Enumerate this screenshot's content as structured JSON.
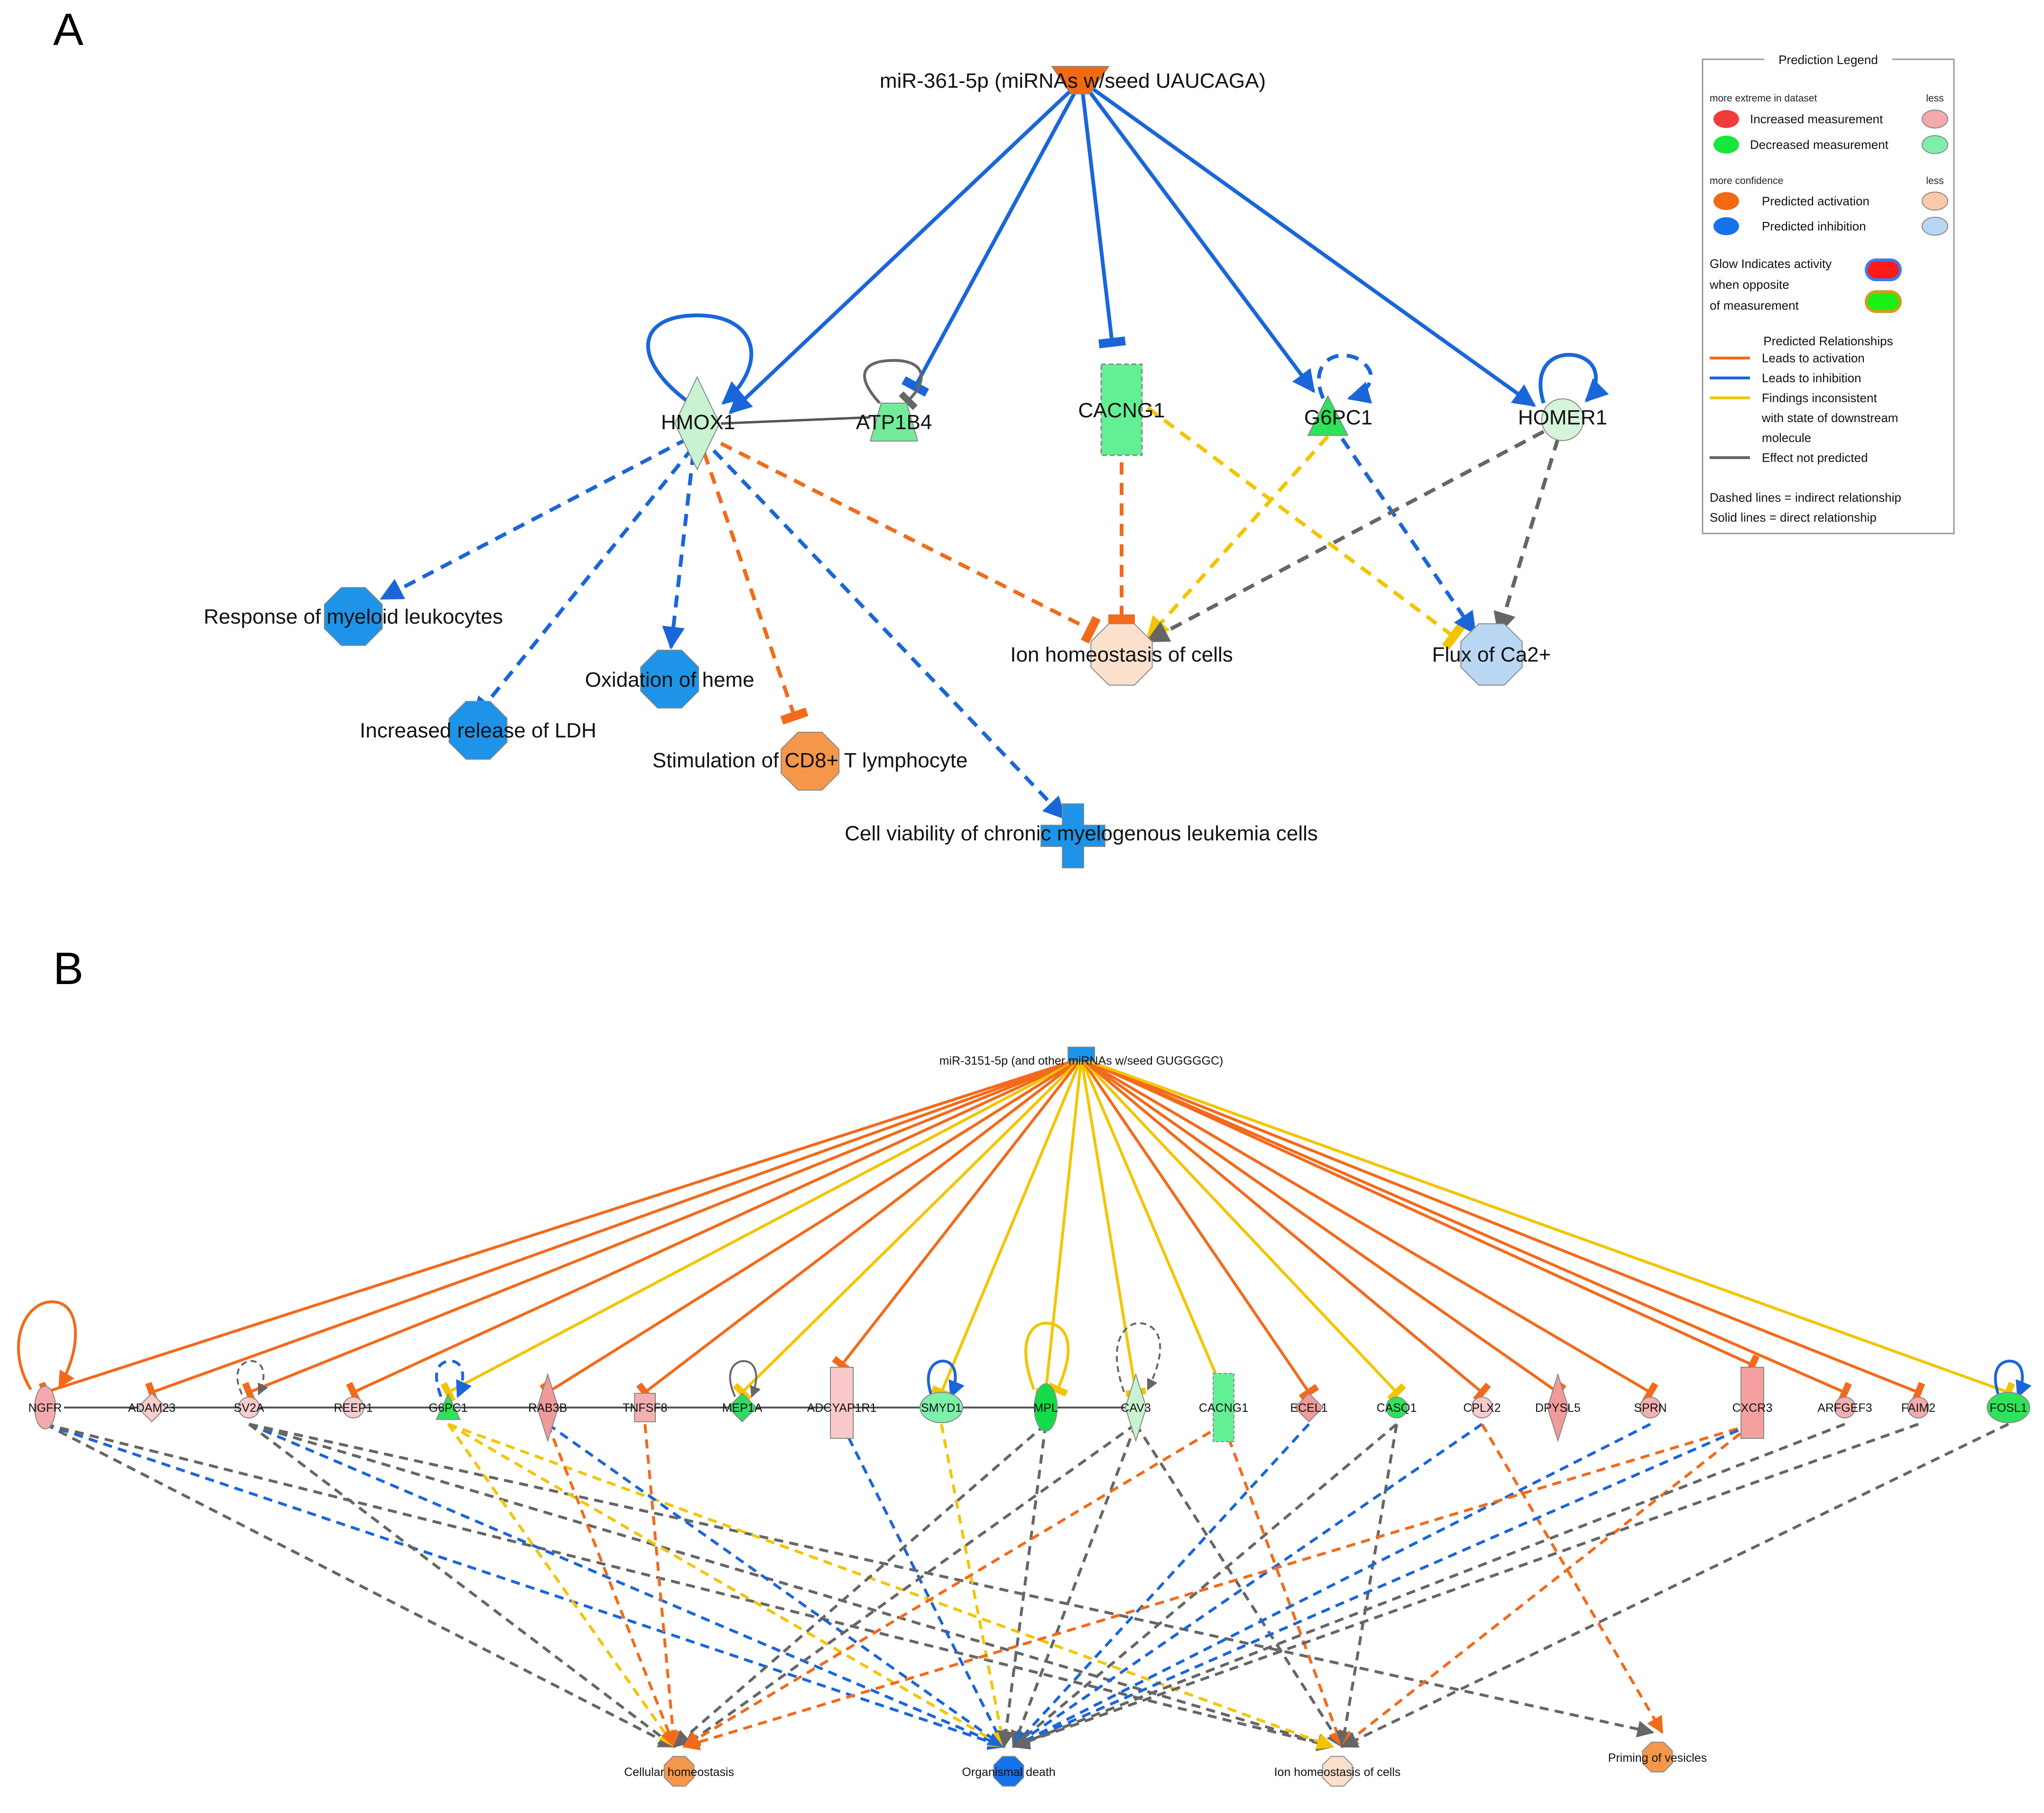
{
  "colors": {
    "activation": "#f26a1b",
    "inhibition": "#1a66d9",
    "inconsistent": "#f2c500",
    "not_predicted": "#666666",
    "direct_line": "#555555",
    "inc_strong": "#f23a3a",
    "inc_weak": "#f4a9ad",
    "dec_strong": "#18e63c",
    "dec_weak": "#7ff0aa",
    "act_strong": "#f06a14",
    "act_weak": "#f9c9a8",
    "act_mid": "#f5974a",
    "inh_strong": "#1672e8",
    "inh_mid": "#1d94e8",
    "inh_weak": "#b9d6f3",
    "node_outline": "#888888"
  },
  "panel_a": {
    "label": "A",
    "source": "miR-361-5p (miRNAs w/seed UAUCAGA)",
    "nodes": {
      "hmox1": "HMOX1",
      "atp1b4": "ATP1B4",
      "cacng1": "CACNG1",
      "g6pc1": "G6PC1",
      "homer1": "HOMER1",
      "myeloid": "Response of myeloid leukocytes",
      "ldh": "Increased release of LDH",
      "heme": "Oxidation of heme",
      "cd8": "Stimulation of CD8+ T lymphocyte",
      "leukemia": "Cell viability of chronic myelogenous leukemia cells",
      "ion": "Ion homeostasis of cells",
      "ca2": "Flux of Ca2+"
    }
  },
  "panel_b": {
    "label": "B",
    "source": "miR-3151-5p (and other miRNAs w/seed GUGGGGC)",
    "genes": [
      "NGFR",
      "ADAM23",
      "SV2A",
      "REEP1",
      "G6PC1",
      "RAB3B",
      "TNFSF8",
      "MEP1A",
      "ADCYAP1R1",
      "SMYD1",
      "MPL",
      "CAV3",
      "CACNG1",
      "ECEL1",
      "CASQ1",
      "CPLX2",
      "DPYSL5",
      "SPRN",
      "CXCR3",
      "ARFGEF3",
      "FAIM2",
      "FOSL1"
    ],
    "functions": [
      "Cellular homeostasis",
      "Organismal death",
      "Ion homeostasis of cells",
      "Priming of vesicles"
    ]
  },
  "legend": {
    "title": "Prediction Legend",
    "section1_left": "more extreme in dataset",
    "section1_right": "less",
    "increased": "Increased measurement",
    "decreased": "Decreased measurement",
    "section2_left": "more confidence",
    "section2_right": "less",
    "activation": "Predicted activation",
    "inhibition": "Predicted inhibition",
    "glow_1": "Glow Indicates activity",
    "glow_2": "when opposite",
    "glow_3": "of measurement",
    "relationships_title": "Predicted Relationships",
    "rel_activation": "Leads to activation",
    "rel_inhibition": "Leads to inhibition",
    "rel_inconsistent_1": "Findings inconsistent",
    "rel_inconsistent_2": "with state of downstream",
    "rel_inconsistent_3": "molecule",
    "rel_not_predicted": "Effect not predicted",
    "dashed_note": "Dashed lines = indirect relationship",
    "solid_note": "Solid lines = direct relationship"
  }
}
